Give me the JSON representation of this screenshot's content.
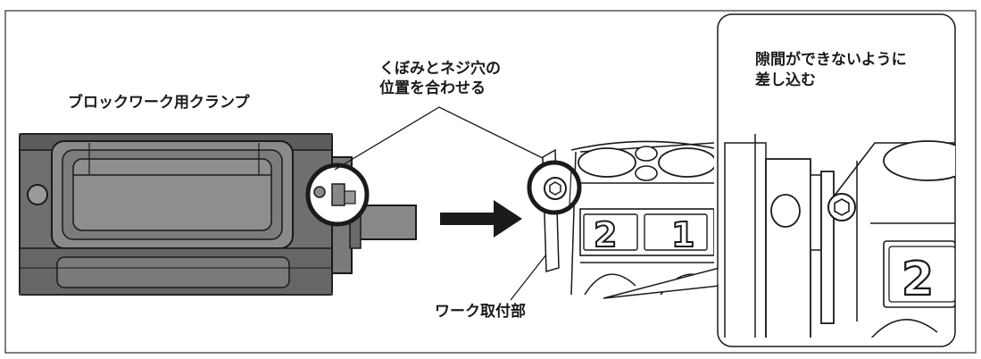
{
  "labels": {
    "clamp_name": "ブロックワーク用クランプ",
    "align_line1": "くぼみとネジ穴の",
    "align_line2": "位置を合わせる",
    "insert_line1": "隙間ができないように",
    "insert_line2": "差し込む",
    "work_mount": "ワーク取付部"
  },
  "slot_numbers": {
    "main_left": "2",
    "main_right": "1",
    "detail": "2"
  },
  "colors": {
    "line": "#1a1a1a",
    "clamp_fill": "#7a7a7a",
    "clamp_dark": "#4a4a4a",
    "background": "#ffffff"
  }
}
